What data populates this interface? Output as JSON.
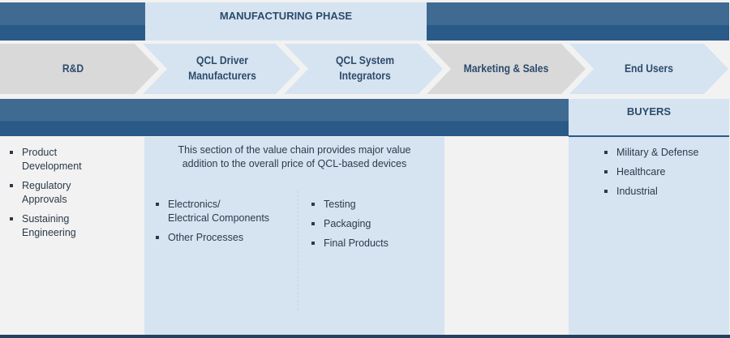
{
  "header": {
    "phase_label": "MANUFACTURING PHASE",
    "buyers_label": "BUYERS"
  },
  "chain": [
    {
      "label": "R&D",
      "fill": "#d9d9d9"
    },
    {
      "label": "QCL Driver Manufacturers",
      "line1": "QCL Driver",
      "line2": "Manufacturers",
      "fill": "#d6e4f1"
    },
    {
      "label": "QCL System Integrators",
      "line1": "QCL System",
      "line2": "Integrators",
      "fill": "#d6e4f1"
    },
    {
      "label": "Marketing & Sales",
      "fill": "#d9d9d9"
    },
    {
      "label": "End Users",
      "fill": "#d6e4f1"
    }
  ],
  "rnd_items": [
    {
      "line1": "Product",
      "line2": "Development"
    },
    {
      "line1": "Regulatory",
      "line2": "Approvals"
    },
    {
      "line1": "Sustaining",
      "line2": "Engineering"
    }
  ],
  "manufacturing": {
    "description_line1": "This section of the value chain provides major value",
    "description_line2": "addition to the overall price of QCL-based devices",
    "left_items": [
      {
        "line1": "Electronics/",
        "line2": "Electrical Components"
      },
      {
        "line1": "Other Processes"
      }
    ],
    "right_items": [
      "Testing",
      "Packaging",
      "Final Products"
    ]
  },
  "buyers_items": [
    "Military & Defense",
    "Healthcare",
    "Industrial"
  ],
  "colors": {
    "dark_band": "#2a5a87",
    "light_blue": "#d6e4f1",
    "gray": "#d9d9d9",
    "text": "#2d4a6b"
  }
}
